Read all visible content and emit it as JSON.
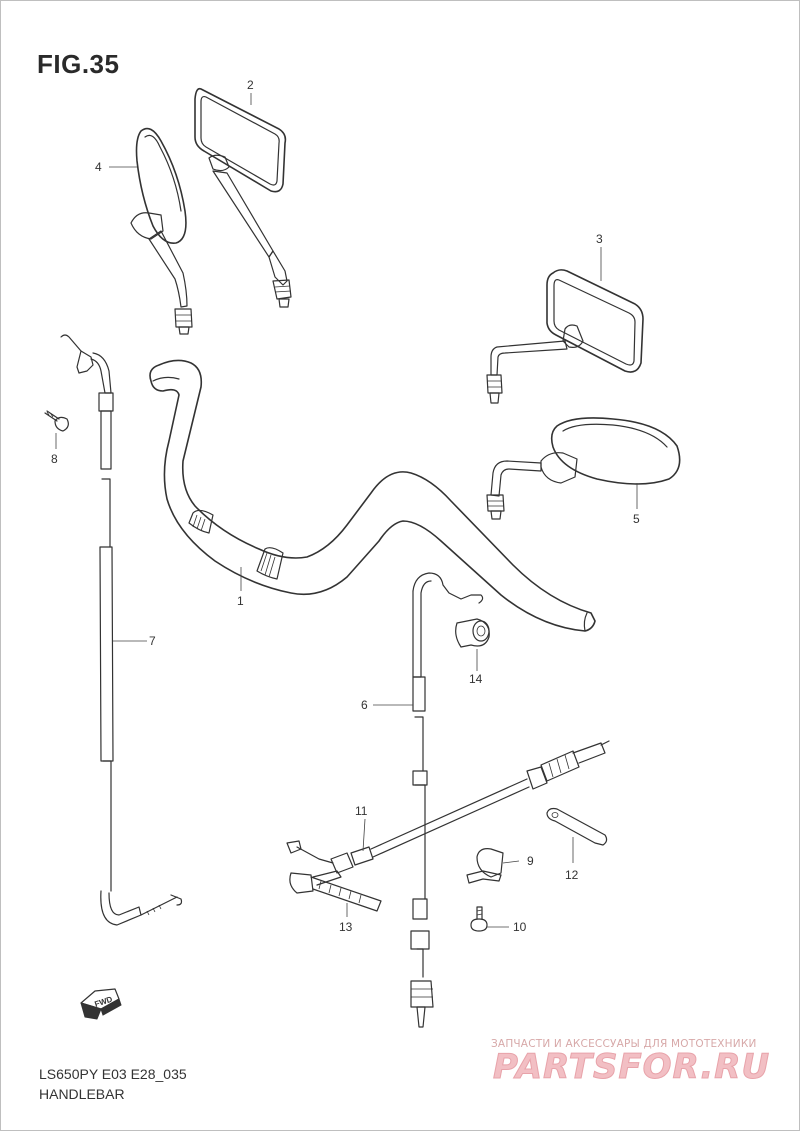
{
  "header": {
    "title": "FIG.35"
  },
  "callouts": [
    {
      "id": "c1",
      "text": "1"
    },
    {
      "id": "c2",
      "text": "2"
    },
    {
      "id": "c3",
      "text": "3"
    },
    {
      "id": "c4",
      "text": "4"
    },
    {
      "id": "c5",
      "text": "5"
    },
    {
      "id": "c6",
      "text": "6"
    },
    {
      "id": "c7",
      "text": "7"
    },
    {
      "id": "c8",
      "text": "8"
    },
    {
      "id": "c9",
      "text": "9"
    },
    {
      "id": "c10",
      "text": "10"
    },
    {
      "id": "c11",
      "text": "11"
    },
    {
      "id": "c12",
      "text": "12"
    },
    {
      "id": "c13",
      "text": "13"
    },
    {
      "id": "c14",
      "text": "14"
    }
  ],
  "direction_arrow": {
    "text": "FWD"
  },
  "footer": {
    "model_code": "LS650PY E03 E28_035",
    "section_name": "HANDLEBAR"
  },
  "watermark": {
    "tagline": "ЗАПЧАСТИ И АКСЕССУАРЫ ДЛЯ МОТОТЕХНИКИ",
    "logo": "PARTSFOR.RU"
  }
}
